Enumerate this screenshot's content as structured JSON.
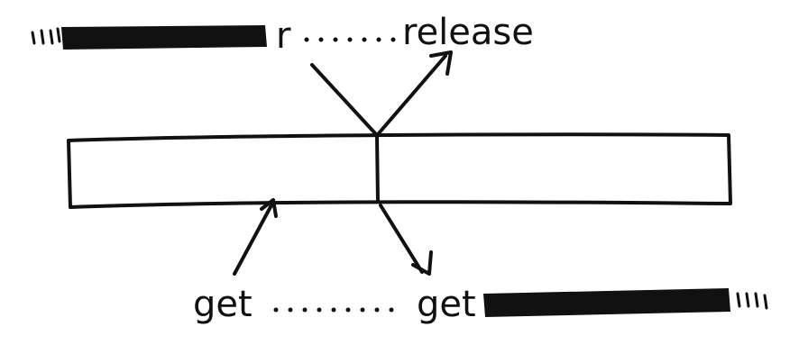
{
  "labels": {
    "release_start": "r",
    "release": "release",
    "get_left": "get",
    "get_right": "get"
  },
  "colors": {
    "ink": "#111111",
    "background": "#ffffff"
  },
  "elements": [
    "upper-redacted-bar",
    "lower-redacted-bar",
    "buffer-rectangle",
    "buffer-divider",
    "release-arrow",
    "get-arrow-left",
    "get-arrow-down",
    "dotted-connector-top",
    "dotted-connector-bottom"
  ]
}
